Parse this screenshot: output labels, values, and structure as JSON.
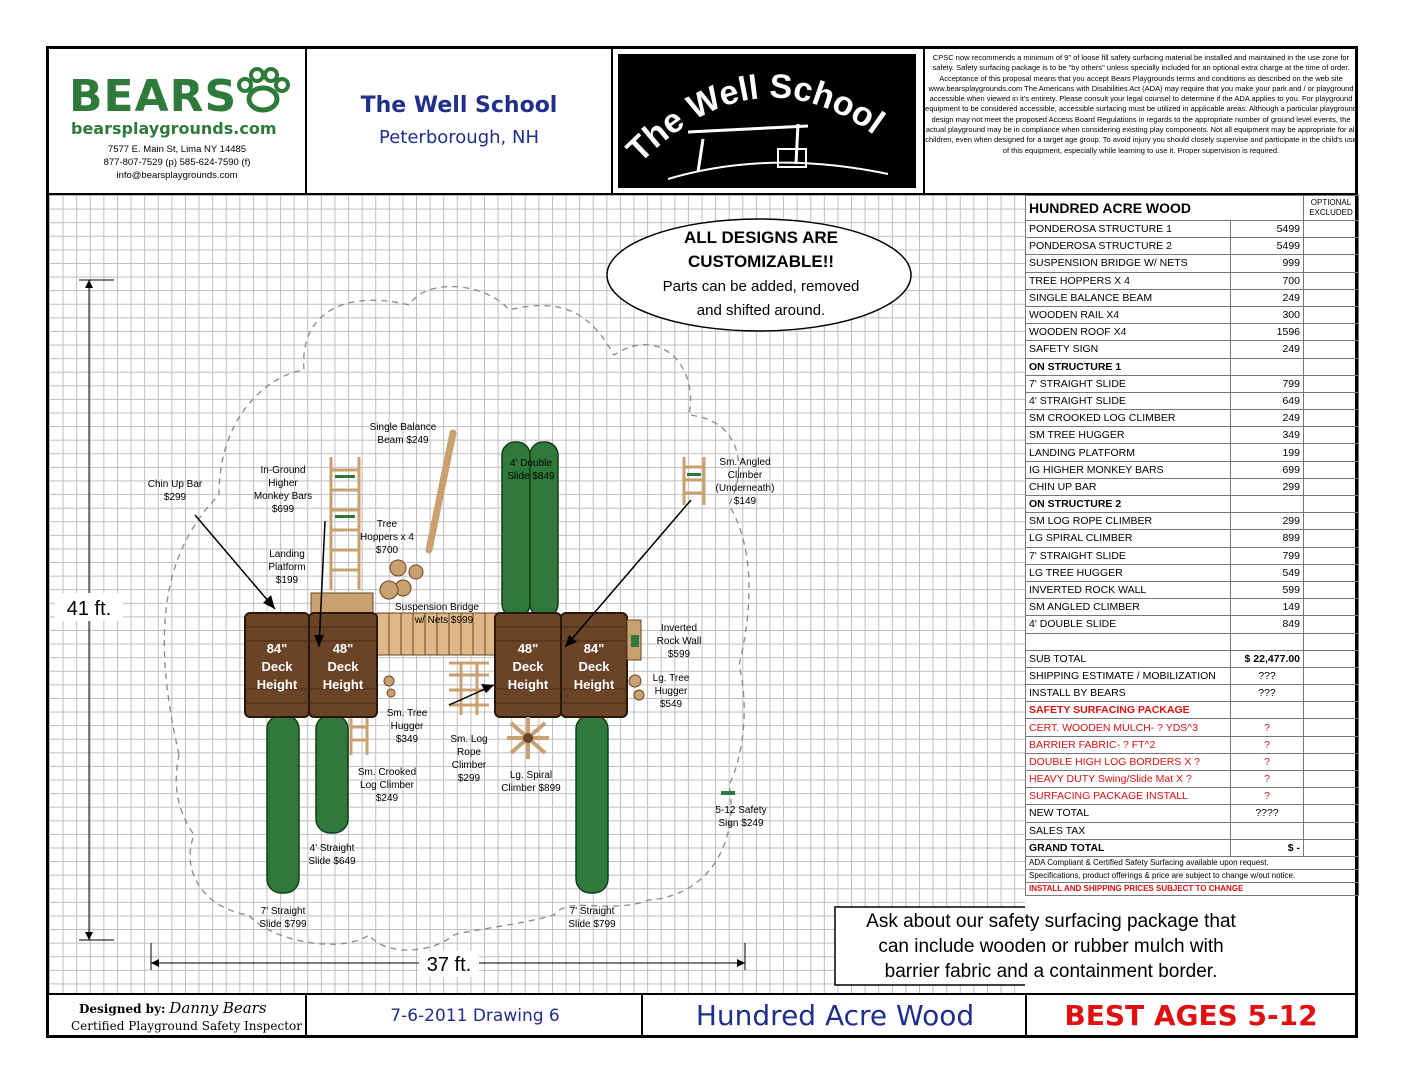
{
  "company": {
    "logo_text": "BEARS",
    "website": "bearsplaygrounds.com",
    "address": "7577 E. Main St, Lima NY 14485",
    "phone": "877-807-7529 (p) 585-624-7590 (f)",
    "email": "info@bearsplaygrounds.com",
    "brand_color": "#2e7a3a"
  },
  "school": {
    "name": "The Well School",
    "location": "Peterborough, NH",
    "logo_text": "The Well School"
  },
  "disclaimer": "CPSC now recommends a minimum of 9\" of loose fill safety surfacing material be installed and maintained in the use zone for safety. Safety surfacing package is to be \"by others\" unless specially included for an optional extra charge at the time of order. Acceptance of this proposal means that you accept Bears Playgrounds terms and conditions as described on the web site www.bearsplaygrounds.com The Americans with Disabilities Act (ADA) may require that you make your park and / or playground accessible when viewed in it's entirety. Please consult your legal counsel to determine if the ADA applies to you. For playground equipment to be considered accessible, accessible surfacing must be utilized in applicable areas. Although a particular playground design may not meet the proposed Access Board Regulations in regards to the appropriate number of ground level events, the actual playground may be in compliance when considering existing play components. Not all equipment may be appropriate for all children, even when designed for a target age group. To avoid injury you should closely supervise and participate in the child's use of this equipment, especially while learning to use it. Proper supervision is required.",
  "callout": {
    "line1": "ALL DESIGNS ARE",
    "line2": "CUSTOMIZABLE!!",
    "line3": "Parts can be added, removed",
    "line4": "and shifted around."
  },
  "dimensions": {
    "height": "41 ft.",
    "width": "37 ft."
  },
  "labels": {
    "chin_up": [
      "Chin Up Bar",
      "$299"
    ],
    "monkey": [
      "In-Ground",
      "Higher",
      "Monkey Bars",
      "$699"
    ],
    "landing": [
      "Landing",
      "Platform",
      "$199"
    ],
    "balance": [
      "Single Balance",
      "Beam $249"
    ],
    "hoppers": [
      "Tree",
      "Hoppers x 4",
      "$700"
    ],
    "bridge": [
      "Suspension Bridge",
      "w/ Nets $999"
    ],
    "double_slide": [
      "4' Double",
      "Slide $849"
    ],
    "angled": [
      "Sm. Angled",
      "Climber",
      "(Underneath)",
      "$149"
    ],
    "rock_wall": [
      "Inverted",
      "Rock Wall",
      "$599"
    ],
    "lg_hugger": [
      "Lg. Tree",
      "Hugger",
      "$549"
    ],
    "sm_hugger": [
      "Sm. Tree",
      "Hugger",
      "$349"
    ],
    "rope": [
      "Sm. Log",
      "Rope",
      "Climber",
      "$299"
    ],
    "spiral": [
      "Lg. Spiral",
      "Climber $899"
    ],
    "crooked": [
      "Sm. Crooked",
      "Log Climber",
      "$249"
    ],
    "straight4": [
      "4' Straight",
      "Slide $649"
    ],
    "sign": [
      "5-12 Safety",
      "Sign $249"
    ],
    "slide7a": [
      "7' Straight",
      "Slide $799"
    ],
    "slide7b": [
      "7' Straight",
      "Slide $799"
    ],
    "deck1": [
      "84\"",
      "Deck",
      "Height"
    ],
    "deck2": [
      "48\"",
      "Deck",
      "Height"
    ],
    "deck3": [
      "48\"",
      "Deck",
      "Height"
    ],
    "deck4": [
      "84\"",
      "Deck",
      "Height"
    ]
  },
  "surfacing_note": [
    "Ask about our safety surfacing package that",
    "can include wooden or rubber mulch with",
    "barrier fabric and a containment border."
  ],
  "price_table": {
    "title": "HUNDRED ACRE WOOD",
    "optional_header": "OPTIONAL EXCLUDED",
    "items": [
      {
        "name": "PONDEROSA STRUCTURE 1",
        "price": "5499"
      },
      {
        "name": "PONDEROSA STRUCTURE 2",
        "price": "5499"
      },
      {
        "name": "SUSPENSION BRIDGE W/ NETS",
        "price": "999"
      },
      {
        "name": "TREE HOPPERS X 4",
        "price": "700"
      },
      {
        "name": "SINGLE BALANCE BEAM",
        "price": "249"
      },
      {
        "name": "WOODEN RAIL X4",
        "price": "300"
      },
      {
        "name": "WOODEN ROOF X4",
        "price": "1596"
      },
      {
        "name": "SAFETY SIGN",
        "price": "249"
      },
      {
        "name": "ON STRUCTURE 1",
        "price": "",
        "bold": true
      },
      {
        "name": "7' STRAIGHT SLIDE",
        "price": "799"
      },
      {
        "name": "4' STRAIGHT SLIDE",
        "price": "649"
      },
      {
        "name": "SM CROOKED LOG CLIMBER",
        "price": "249"
      },
      {
        "name": "SM TREE HUGGER",
        "price": "349"
      },
      {
        "name": "LANDING PLATFORM",
        "price": "199"
      },
      {
        "name": "IG HIGHER MONKEY BARS",
        "price": "699"
      },
      {
        "name": "CHIN UP BAR",
        "price": "299"
      },
      {
        "name": "ON STRUCTURE 2",
        "price": "",
        "bold": true
      },
      {
        "name": "SM LOG ROPE CLIMBER",
        "price": "299"
      },
      {
        "name": "LG SPIRAL CLIMBER",
        "price": "899"
      },
      {
        "name": "7' STRAIGHT SLIDE",
        "price": "799"
      },
      {
        "name": "LG TREE HUGGER",
        "price": "549"
      },
      {
        "name": "INVERTED ROCK WALL",
        "price": "599"
      },
      {
        "name": "SM ANGLED CLIMBER",
        "price": "149"
      },
      {
        "name": "4' DOUBLE SLIDE",
        "price": "849"
      },
      {
        "name": "",
        "price": ""
      },
      {
        "name": "SUB TOTAL",
        "price": "$ 22,477.00",
        "bold_price": true
      },
      {
        "name": "SHIPPING ESTIMATE / MOBILIZATION",
        "price": "???",
        "center": true
      },
      {
        "name": "INSTALL BY BEARS",
        "price": "???",
        "center": true
      },
      {
        "name": "SAFETY SURFACING PACKAGE",
        "price": "",
        "red": true,
        "bold": true
      },
      {
        "name": "CERT. WOODEN MULCH- ? YDS^3",
        "price": "?",
        "red": true,
        "center": true
      },
      {
        "name": "BARRIER FABRIC- ? FT^2",
        "price": "?",
        "red": true,
        "center": true
      },
      {
        "name": "DOUBLE HIGH LOG BORDERS X ?",
        "price": "?",
        "red": true,
        "center": true
      },
      {
        "name": "HEAVY DUTY Swing/Slide Mat X ?",
        "price": "?",
        "red": true,
        "center": true
      },
      {
        "name": "SURFACING PACKAGE INSTALL",
        "price": "?",
        "red": true,
        "center": true
      },
      {
        "name": "NEW TOTAL",
        "price": "????",
        "center": true
      },
      {
        "name": "SALES TAX",
        "price": ""
      },
      {
        "name": "GRAND TOTAL",
        "price": "$          -",
        "bold": true
      }
    ],
    "notes": [
      "ADA Compliant & Certified Safety Surfacing available upon request.",
      "Specifications, product offerings & price are subject to change w/out notice."
    ],
    "warning": "INSTALL AND SHIPPING PRICES SUBJECT TO CHANGE"
  },
  "footer": {
    "designed_by_label": "Designed by:",
    "designer": "Danny Bears",
    "designer_title": "Certified Playground Safety Inspector",
    "drawing": "7-6-2011 Drawing 6",
    "design_name": "Hundred Acre Wood",
    "ages": "BEST AGES 5-12"
  },
  "colors": {
    "wood": "#6b4326",
    "light_wood": "#c9a070",
    "slide_green": "#2f7a3a",
    "red": "#e01010",
    "blue": "#1f2f8a"
  }
}
